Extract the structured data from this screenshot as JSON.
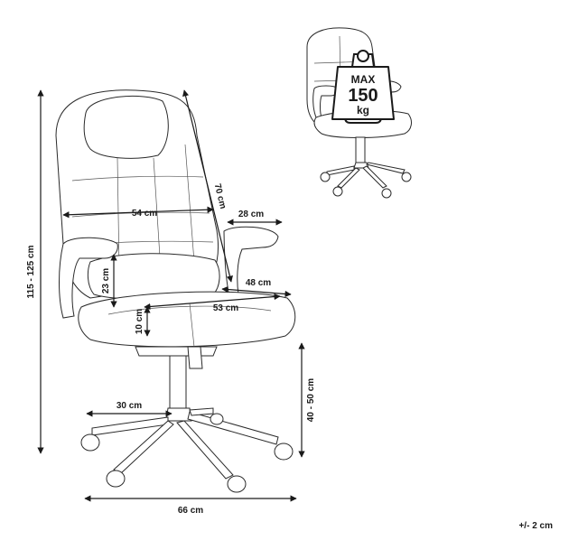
{
  "dimensions": {
    "total_height": "115 - 125 cm",
    "backrest_height": "70 cm",
    "backrest_width": "54 cm",
    "armrest_length": "28 cm",
    "armrest_height": "23 cm",
    "seat_depth": "48 cm",
    "seat_width": "53 cm",
    "seat_thickness": "10 cm",
    "seat_height": "40 - 50 cm",
    "leg_length": "30 cm",
    "base_width": "66 cm"
  },
  "load_badge": {
    "line1": "MAX",
    "line2": "150",
    "line3": "kg"
  },
  "tolerance": "+/- 2 cm",
  "icons": [
    "chair-drawing",
    "chair-thumbnail",
    "weight-icon"
  ]
}
